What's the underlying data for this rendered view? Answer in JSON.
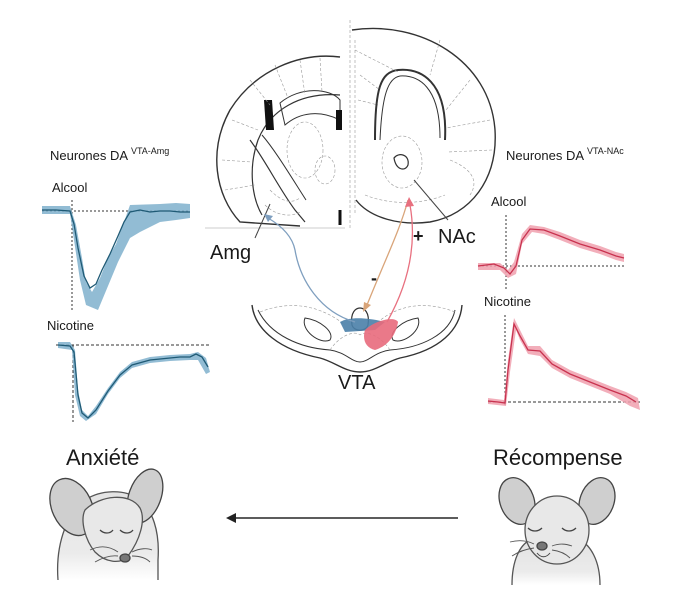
{
  "left_panel": {
    "title": "Neurones DA",
    "title_sup": "VTA-Amg",
    "color": "#2f6f8f",
    "fill": "#7fb0cc",
    "traces": [
      {
        "label": "Alcool",
        "response": "inhibition"
      },
      {
        "label": "Nicotine",
        "response": "inhibition"
      }
    ]
  },
  "right_panel": {
    "title": "Neurones DA",
    "title_sup": "VTA-NAc",
    "color": "#c8324f",
    "fill": "#f0a0ae",
    "traces": [
      {
        "label": "Alcool",
        "response": "excitation"
      },
      {
        "label": "Nicotine",
        "response": "excitation"
      }
    ]
  },
  "brain": {
    "regions": {
      "amg": "Amg",
      "nac": "NAc",
      "vta": "VTA"
    },
    "signs": {
      "minus": "-",
      "plus": "+"
    },
    "colors": {
      "amg_path": "#7f9fbf",
      "minus_path": "#d9a57a",
      "plus_path": "#e8707f",
      "vta_blue": "#4a7fa8",
      "vta_red": "#e86a7c"
    }
  },
  "bottom": {
    "left_label": "Anxiété",
    "right_label": "Récompense",
    "arrow_direction": "right-to-left"
  }
}
